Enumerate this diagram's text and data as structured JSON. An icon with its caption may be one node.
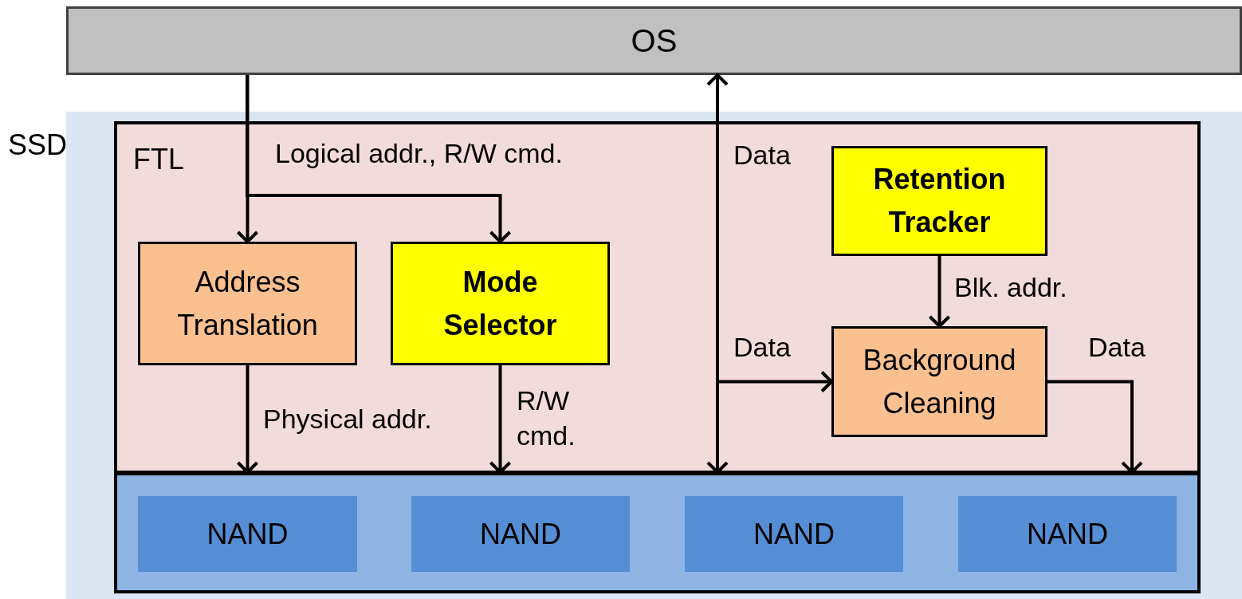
{
  "diagram": {
    "nodes": [
      {
        "text": [
          "OS"
        ]
      },
      {
        "text": [
          "SSD"
        ]
      },
      {
        "text": [
          "FTL"
        ],
        "in": 1
      },
      {
        "text": [
          "Address Translation"
        ],
        "in": 2
      },
      {
        "text": [
          "Mode Selector"
        ],
        "in": 2
      },
      {
        "text": [
          "Retention Tracker"
        ],
        "in": 2
      },
      {
        "text": [
          "Background Cleaning"
        ],
        "in": 2
      },
      {
        "text": [],
        "shape": "box",
        "in": 1
      },
      {
        "text": [
          "NAND"
        ],
        "in": 7
      },
      {
        "text": [
          "NAND"
        ],
        "in": 7
      },
      {
        "text": [
          "NAND"
        ],
        "in": 7
      },
      {
        "text": [
          "NAND"
        ],
        "in": 7
      }
    ],
    "edges": [
      {
        "from": 0,
        "to": 3,
        "arrow": "to",
        "label": "Logical addr., R/W cmd."
      },
      {
        "from": 0,
        "to": 4,
        "arrow": "to"
      },
      {
        "from": 3,
        "to": 7,
        "arrow": "to",
        "label": "Physical addr."
      },
      {
        "from": 4,
        "to": 7,
        "arrow": "to",
        "label": "R/W cmd."
      },
      {
        "from": 0,
        "to": 7,
        "arrow": "both",
        "label": "Data"
      },
      {
        "from": 7,
        "to": 6,
        "arrow": "to",
        "label": "Data"
      },
      {
        "from": 5,
        "to": 6,
        "arrow": "to",
        "label": "Blk. addr."
      },
      {
        "from": 6,
        "to": 7,
        "arrow": "to",
        "label": "Data"
      }
    ]
  }
}
